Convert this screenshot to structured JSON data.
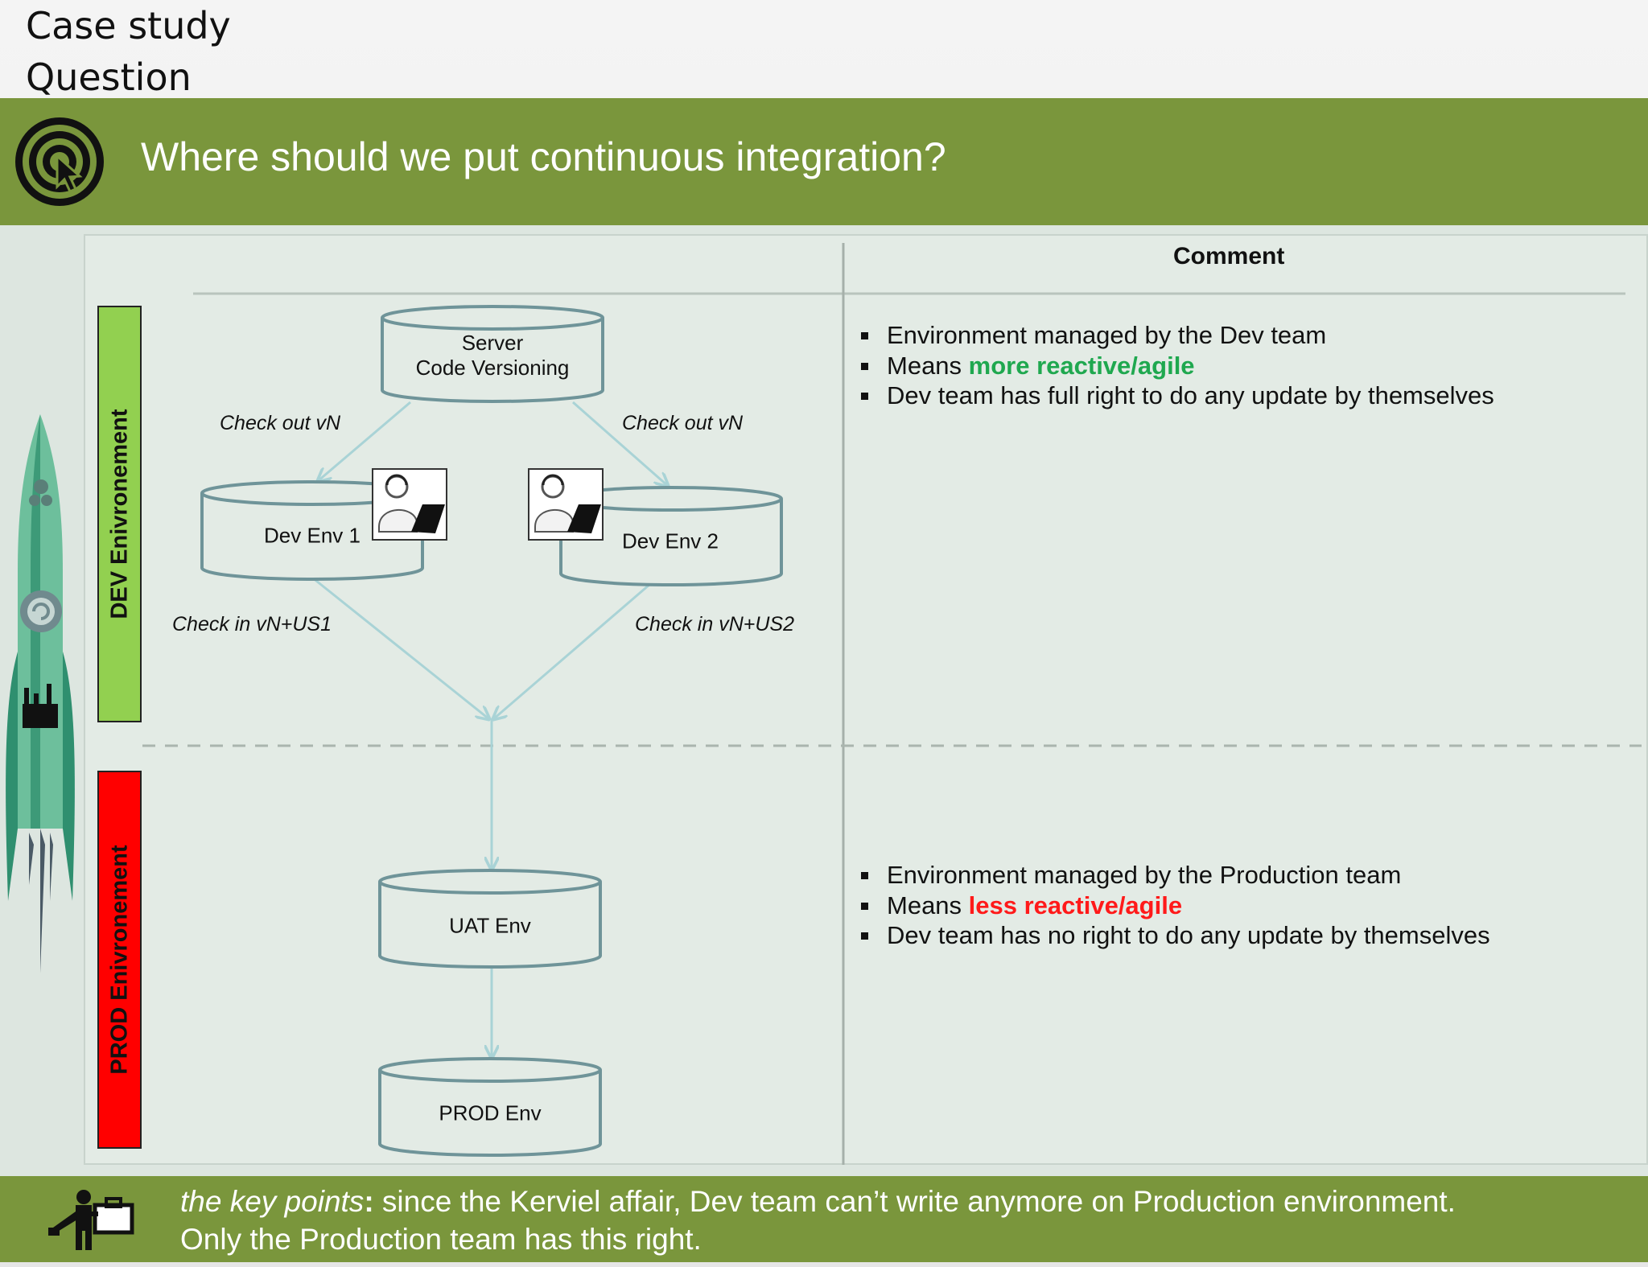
{
  "header": {
    "title_line1": "Case study",
    "title_line2": "Question"
  },
  "question": {
    "icon": "target-cursor-icon",
    "text": "Where should we put continuous integration?"
  },
  "lanes": {
    "dev": {
      "label": "DEV Enivronement",
      "color": "#92d050"
    },
    "prod": {
      "label": "PROD Enivronement",
      "color": "#ff0000"
    }
  },
  "diagram": {
    "nodes": {
      "server_line1": "Server",
      "server_line2": "Code Versioning",
      "dev_env_1": "Dev Env 1",
      "dev_env_2": "Dev Env 2",
      "uat_env": "UAT Env",
      "prod_env": "PROD Env"
    },
    "edges": {
      "checkout_left": "Check out vN",
      "checkout_right": "Check out vN",
      "checkin_left": "Check in vN+US1",
      "checkin_right": "Check in vN+US2"
    },
    "icons": [
      "developer-laptop-icon",
      "developer-laptop-icon"
    ]
  },
  "comment": {
    "header": "Comment",
    "dev": {
      "b1": "Environment managed by the Dev team",
      "b2_prefix": "Means ",
      "b2_emph": "more reactive/agile",
      "b3": "Dev team has full right to do any update by themselves"
    },
    "prod": {
      "b1": "Environment managed by the Production team",
      "b2_prefix": "Means ",
      "b2_emph": "less reactive/agile",
      "b3": "Dev team has no right to do any update by themselves"
    }
  },
  "footer": {
    "icon": "worker-tools-icon",
    "key_points": "the key points",
    "colon": ":",
    "line1_rest": " since the Kerviel affair, Dev team can’t write anymore on Production environment.",
    "line2": "Only the Production team has this right."
  },
  "colors": {
    "bar_green": "#7a963c",
    "agile_more": "#1fa84f",
    "agile_less": "#ff1a1a",
    "connector": "#a9d3d6"
  }
}
